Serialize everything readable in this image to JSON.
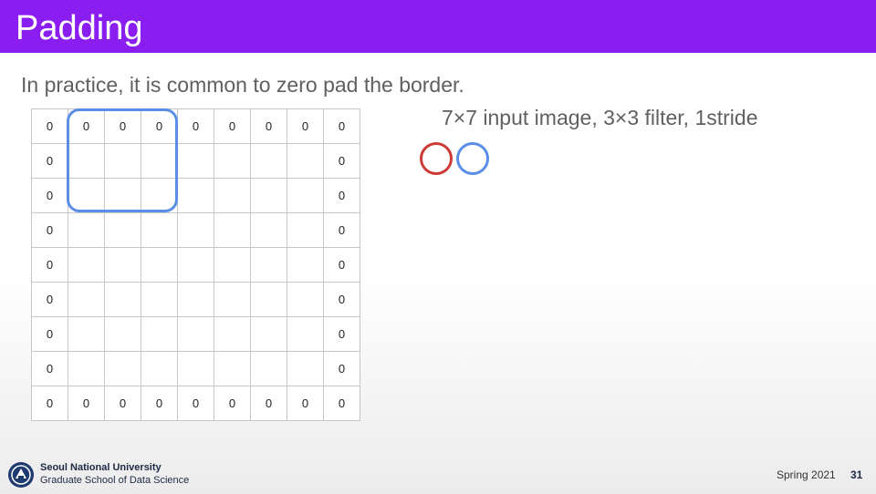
{
  "slide": {
    "title": "Padding",
    "subtitle": "In practice, it is common to zero pad the border.",
    "description": "7×7 input image, 3×3 filter, 1stride"
  },
  "grid": {
    "rows": [
      [
        "0",
        "0",
        "0",
        "0",
        "0",
        "0",
        "0",
        "0",
        "0"
      ],
      [
        "0",
        "",
        "",
        "",
        "",
        "",
        "",
        "",
        "0"
      ],
      [
        "0",
        "",
        "",
        "",
        "",
        "",
        "",
        "",
        "0"
      ],
      [
        "0",
        "",
        "",
        "",
        "",
        "",
        "",
        "",
        "0"
      ],
      [
        "0",
        "",
        "",
        "",
        "",
        "",
        "",
        "",
        "0"
      ],
      [
        "0",
        "",
        "",
        "",
        "",
        "",
        "",
        "",
        "0"
      ],
      [
        "0",
        "",
        "",
        "",
        "",
        "",
        "",
        "",
        "0"
      ],
      [
        "0",
        "",
        "",
        "",
        "",
        "",
        "",
        "",
        "0"
      ],
      [
        "0",
        "0",
        "0",
        "0",
        "0",
        "0",
        "0",
        "0",
        "0"
      ]
    ]
  },
  "colors": {
    "header": "#8a1ef0",
    "filter_outline": "#5b8ee6",
    "circle_red": "#cc3b36",
    "circle_blue": "#5b8ee6"
  },
  "footer": {
    "university": "Seoul National University",
    "school": "Graduate School of Data Science",
    "term": "Spring 2021",
    "page": "31"
  }
}
